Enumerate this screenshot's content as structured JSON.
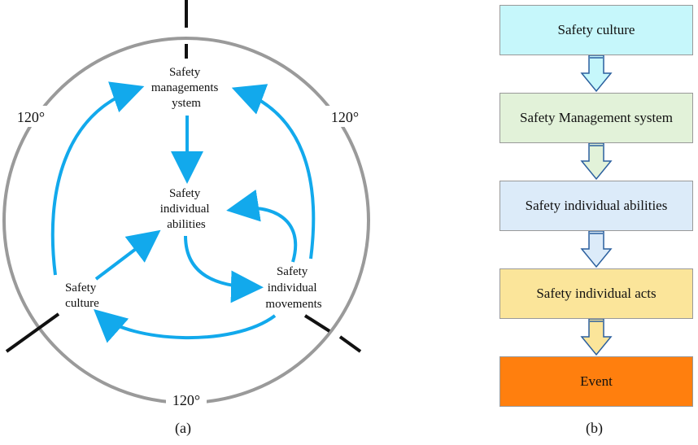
{
  "panel_a": {
    "nodes": {
      "top": [
        "Safety",
        "managements",
        "ystem"
      ],
      "center": [
        "Safety",
        "individual",
        "abilities"
      ],
      "left": [
        "Safety",
        "culture"
      ],
      "right": [
        "Safety",
        "individual",
        "movements"
      ]
    },
    "angles": {
      "upper_left": "120°",
      "upper_right": "120°",
      "bottom": "120°"
    },
    "caption": "(a)"
  },
  "panel_b": {
    "boxes": [
      {
        "label": "Safety culture",
        "color": "#c6f7fb"
      },
      {
        "label": "Safety Management system",
        "color": "#e2f2d9"
      },
      {
        "label": "Safety individual abilities",
        "color": "#dcebf9"
      },
      {
        "label": "Safety individual acts",
        "color": "#fbe59a"
      },
      {
        "label": "Event",
        "color": "#ff7f0e"
      }
    ],
    "arrow_colors": [
      "#c6f7fb",
      "#e2f2d9",
      "#dcebf9",
      "#fbe59a"
    ],
    "caption": "(b)"
  },
  "colors": {
    "arrow": "#12a9ec",
    "ring": "#9a9a9a",
    "tick": "#111111"
  }
}
